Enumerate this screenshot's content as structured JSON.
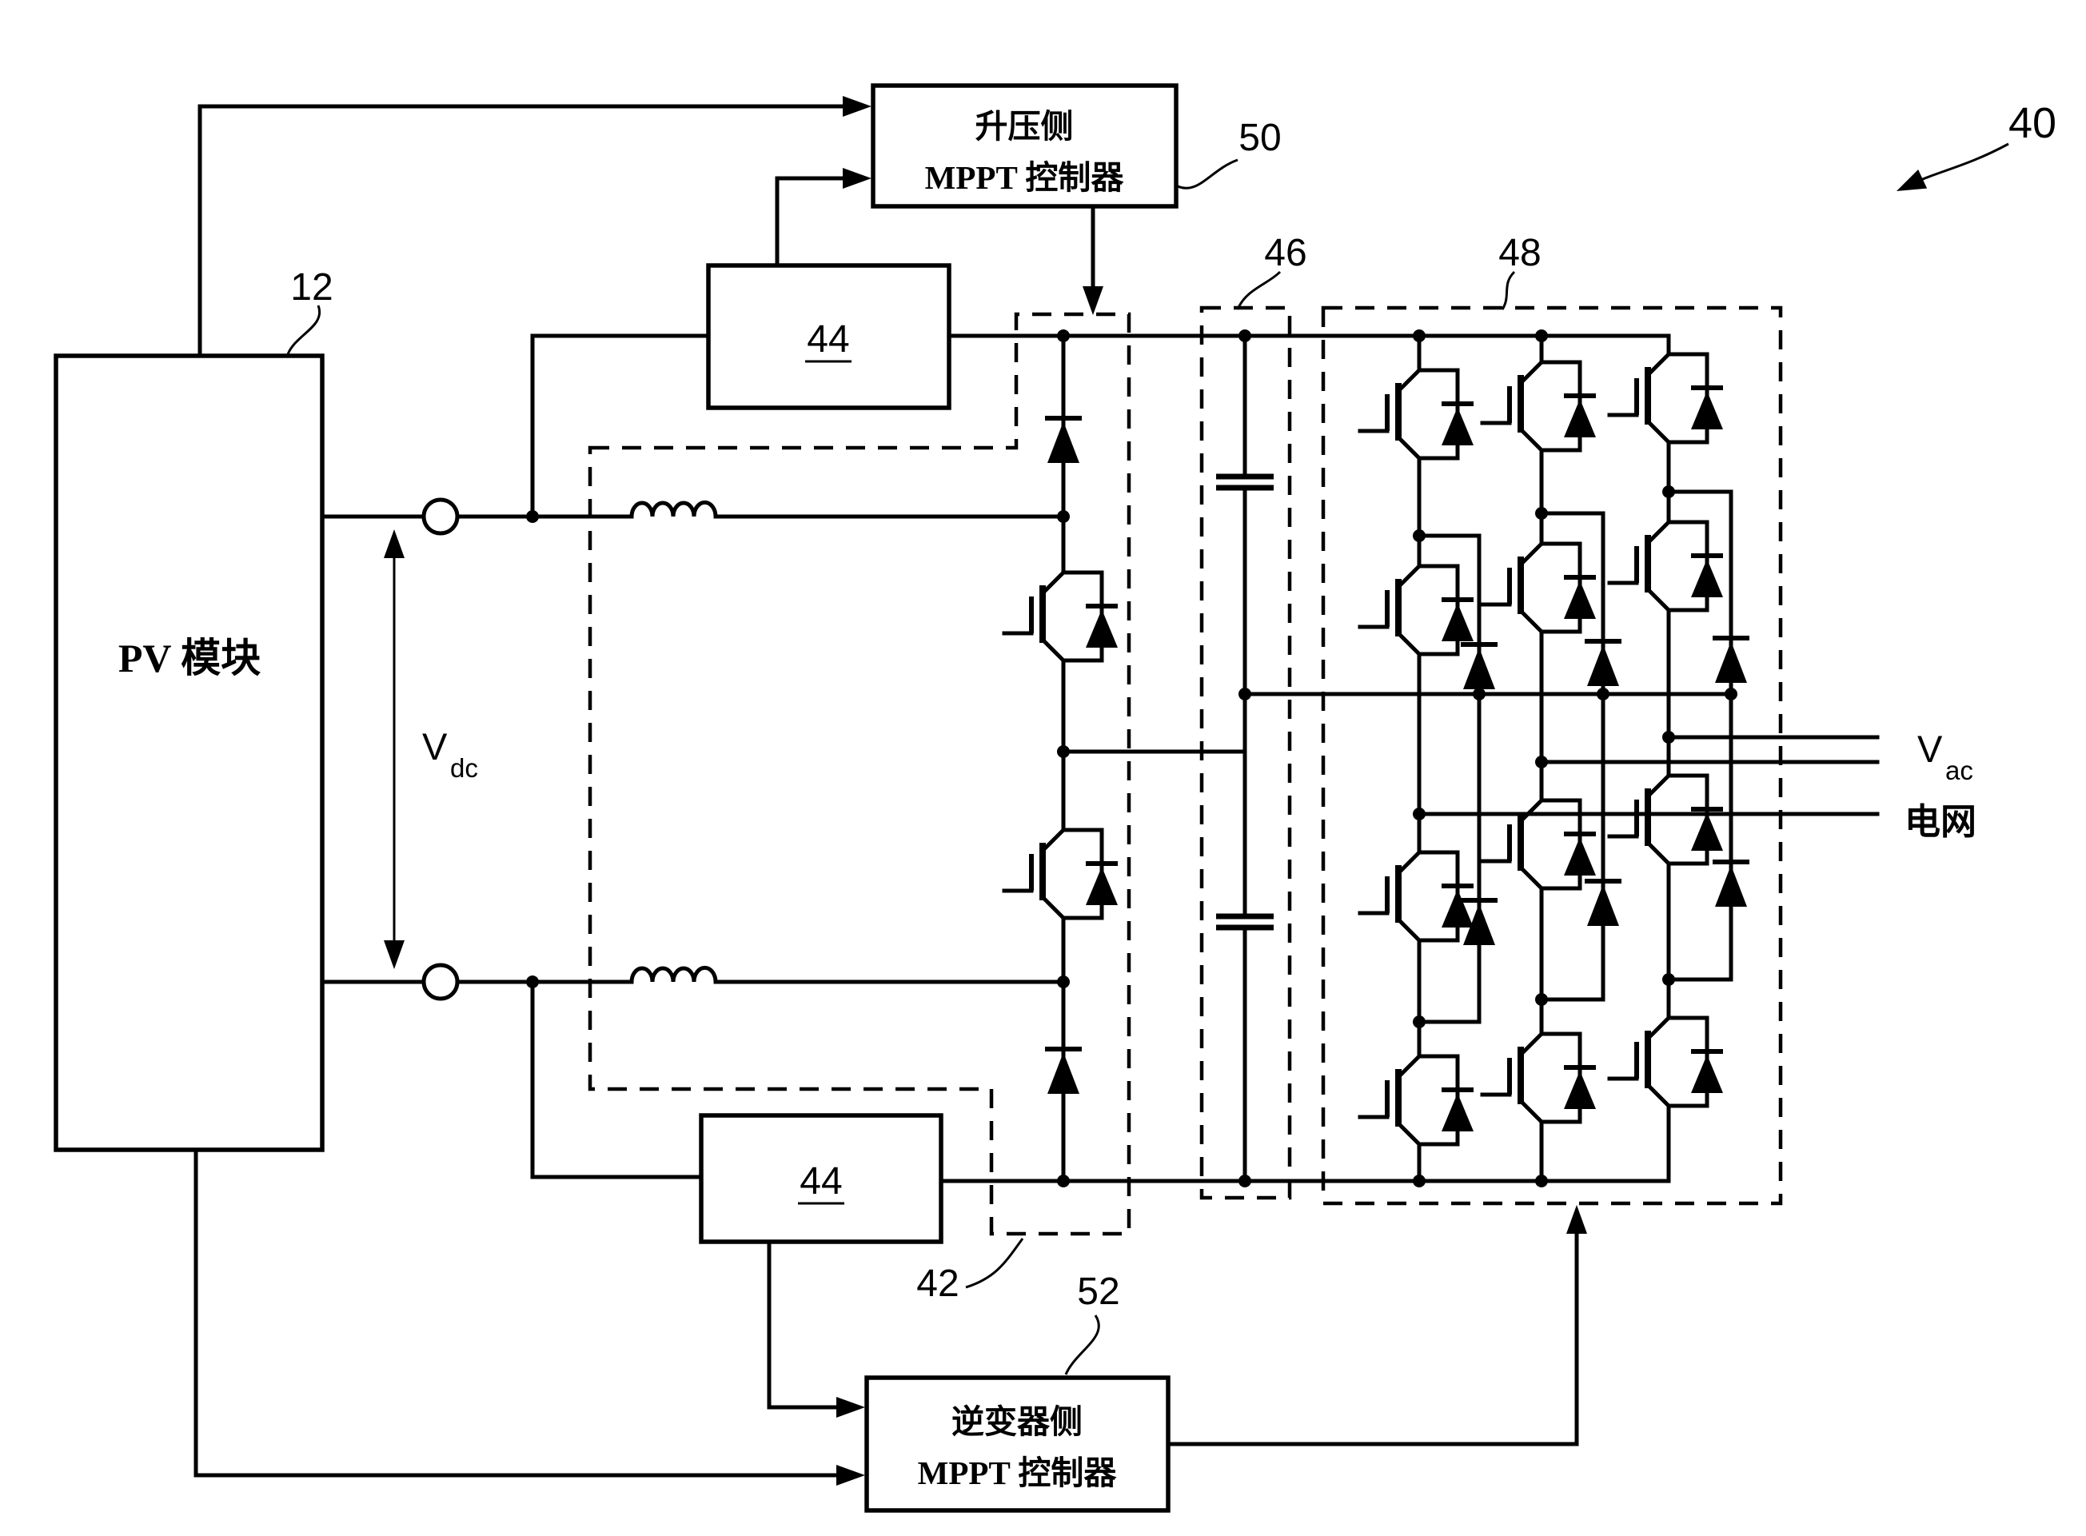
{
  "diagram": {
    "refs": {
      "r12": "12",
      "r40": "40",
      "r42": "42",
      "r44_top": "44",
      "r44_bottom": "44",
      "r46": "46",
      "r48": "48",
      "r50": "50",
      "r52": "52"
    },
    "boxes": {
      "pv_module": "PV 模块",
      "boost_mppt_line1": "升压侧",
      "boost_mppt_line2": "MPPT 控制器",
      "inverter_mppt_line1": "逆变器侧",
      "inverter_mppt_line2": "MPPT 控制器"
    },
    "measurements": {
      "vdc_symbol": "V",
      "vdc_sub": "dc",
      "vac_symbol": "V",
      "vac_sub": "ac",
      "grid": "电网"
    }
  }
}
